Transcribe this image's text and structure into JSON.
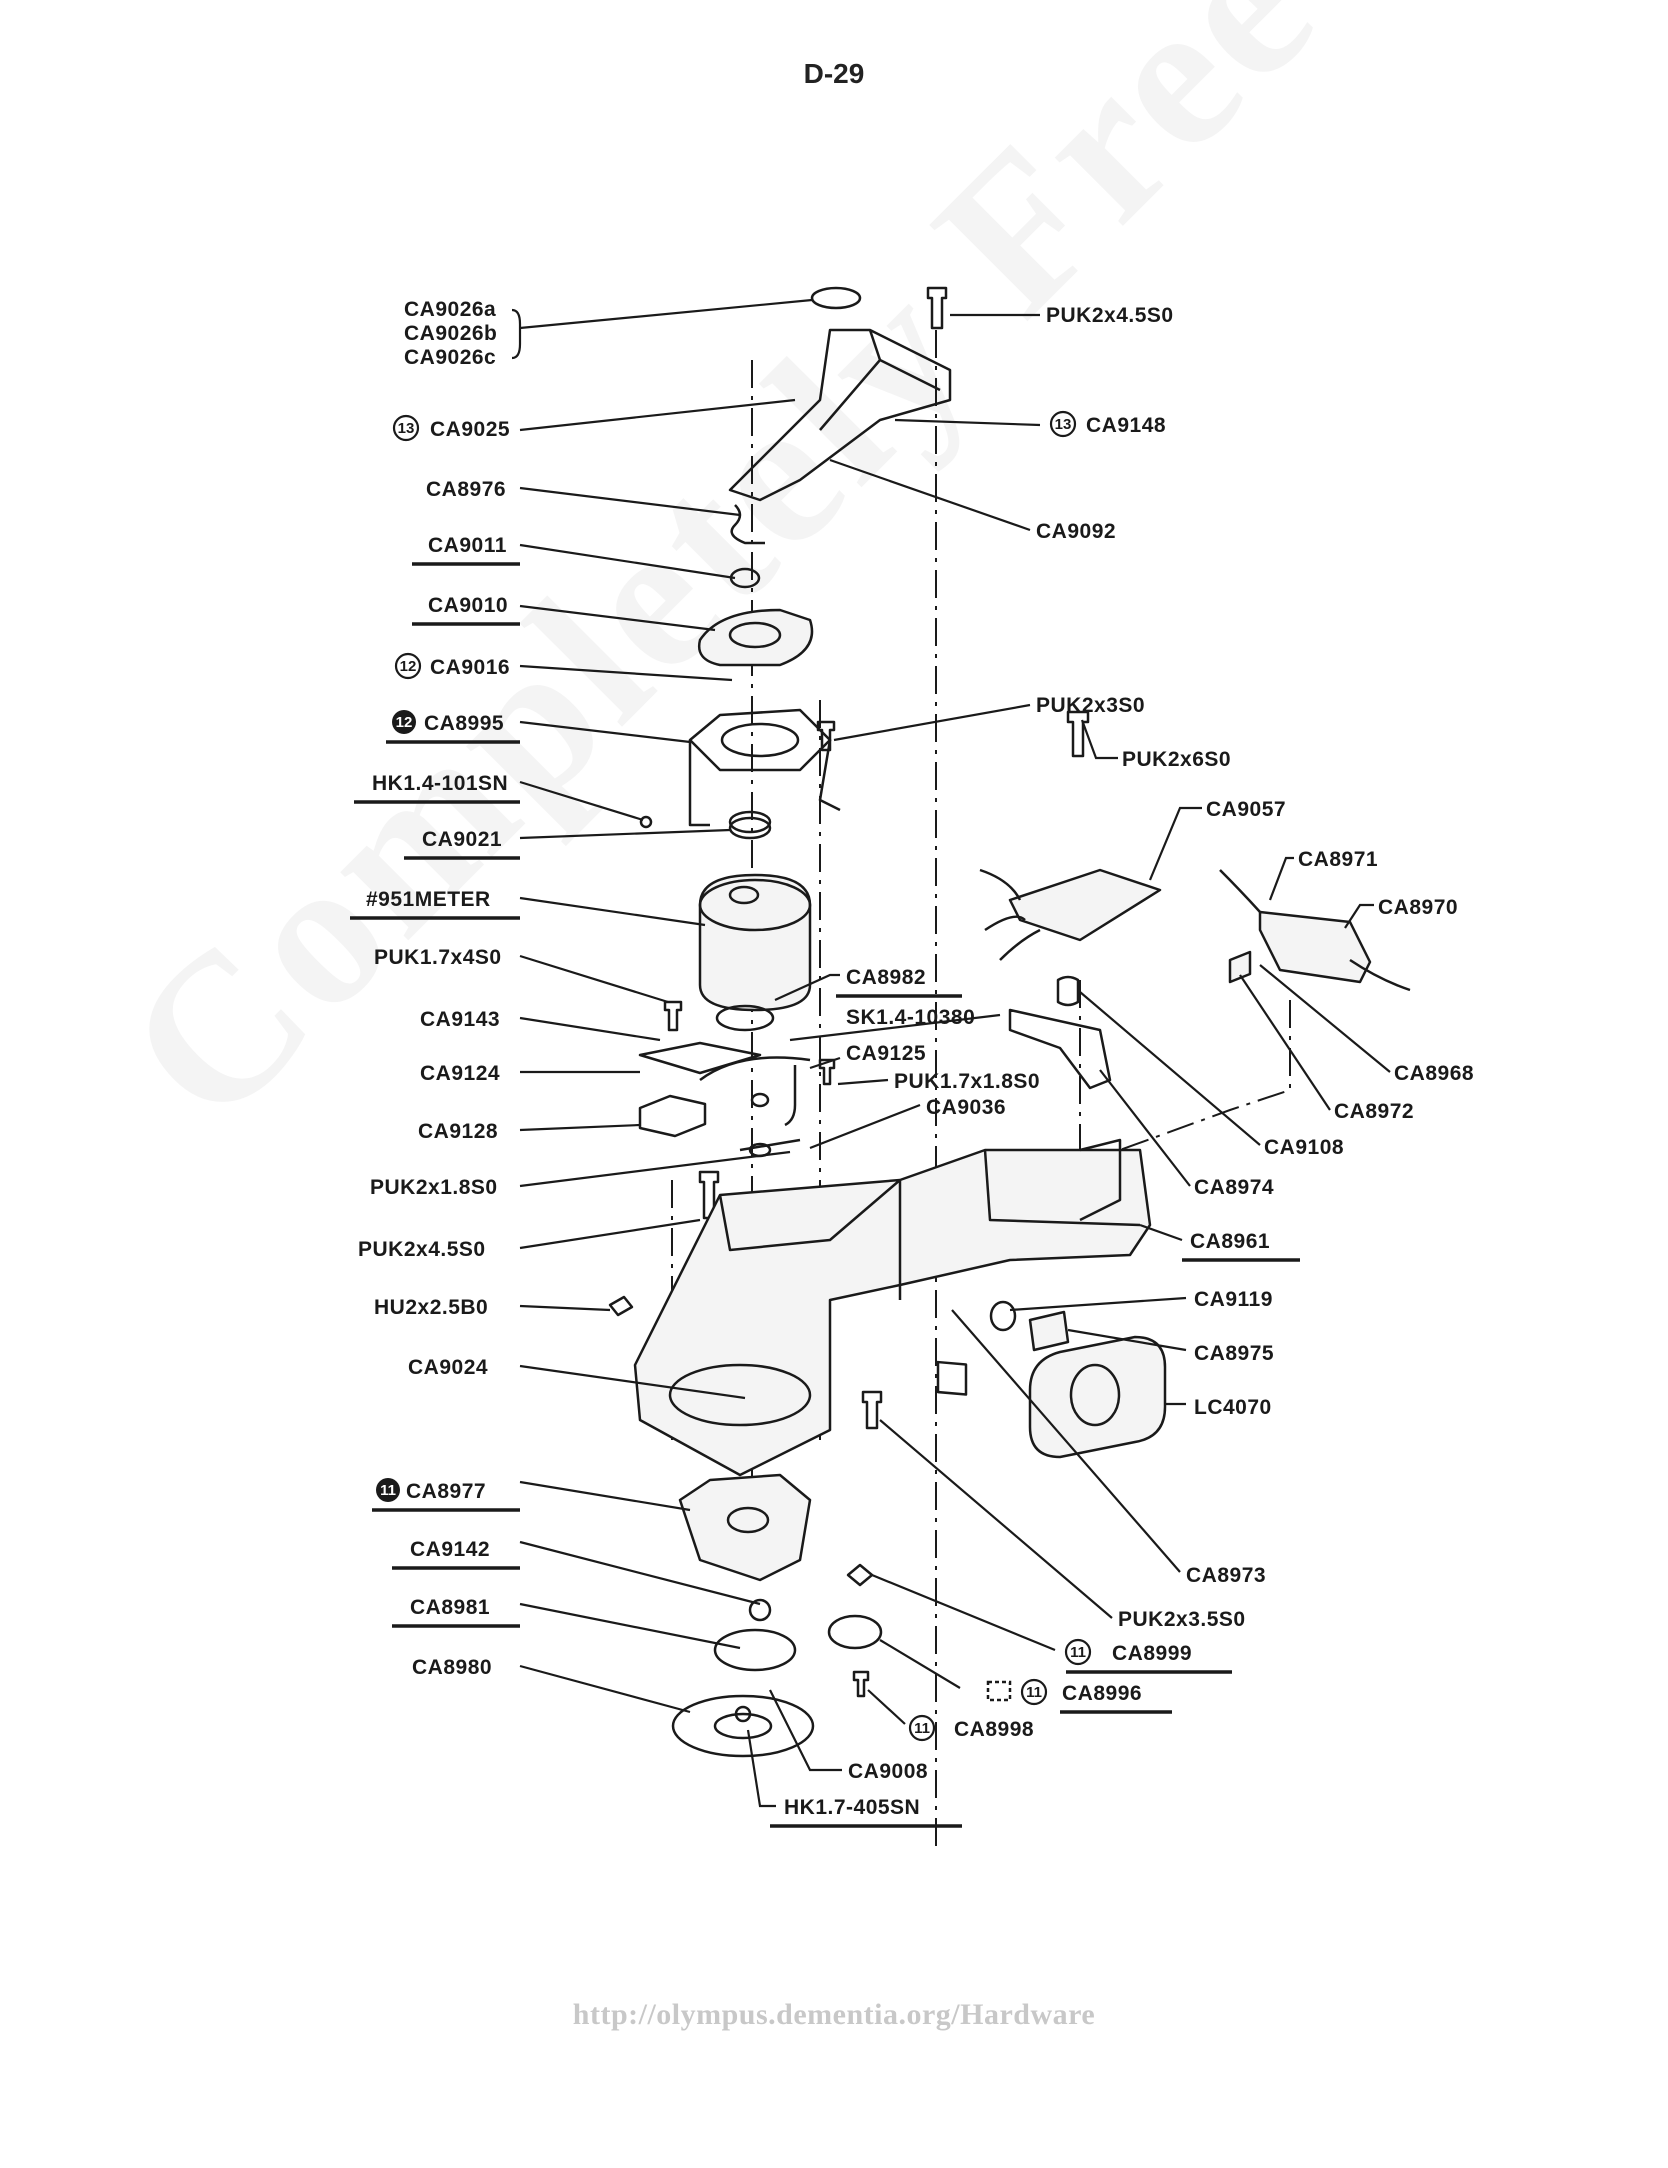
{
  "page": {
    "page_number": "D-29",
    "watermark": "Completely Free",
    "footer_url": "http://olympus.dementia.org/Hardware"
  },
  "left_labels": [
    {
      "text": "CA9026a",
      "underline": false
    },
    {
      "text": "CA9026b",
      "underline": false
    },
    {
      "text": "CA9026c",
      "underline": false
    },
    {
      "text": "CA9025",
      "badge": "13",
      "underline": false
    },
    {
      "text": "CA8976",
      "underline": false
    },
    {
      "text": "CA9011",
      "underline": true
    },
    {
      "text": "CA9010",
      "underline": true
    },
    {
      "text": "CA9016",
      "badge": "12",
      "underline": false
    },
    {
      "text": "CA8995",
      "badge": "12",
      "underline": true
    },
    {
      "text": "HK1.4-101SN",
      "underline": true
    },
    {
      "text": "CA9021",
      "underline": true
    },
    {
      "text": "#951METER",
      "underline": true
    },
    {
      "text": "PUK1.7x4S0",
      "underline": false
    },
    {
      "text": "CA9143",
      "underline": false
    },
    {
      "text": "CA9124",
      "underline": false
    },
    {
      "text": "CA9128",
      "underline": false
    },
    {
      "text": "PUK2x1.8S0",
      "underline": false
    },
    {
      "text": "PUK2x4.5S0",
      "underline": false
    },
    {
      "text": "HU2x2.5B0",
      "underline": false
    },
    {
      "text": "CA9024",
      "underline": false
    },
    {
      "text": "CA8977",
      "badge": "11",
      "underline": true
    },
    {
      "text": "CA9142",
      "underline": true
    },
    {
      "text": "CA8981",
      "underline": true
    },
    {
      "text": "CA8980",
      "underline": false
    }
  ],
  "right_labels": [
    {
      "text": "PUK2x4.5S0",
      "underline": false
    },
    {
      "text": "CA9148",
      "badge": "13",
      "underline": false
    },
    {
      "text": "CA9092",
      "underline": false
    },
    {
      "text": "PUK2x3S0",
      "underline": false
    },
    {
      "text": "PUK2x6S0",
      "underline": false
    },
    {
      "text": "CA9057",
      "underline": false
    },
    {
      "text": "CA8971",
      "underline": false
    },
    {
      "text": "CA8970",
      "underline": false
    },
    {
      "text": "CA8968",
      "underline": false
    },
    {
      "text": "CA8972",
      "underline": false
    },
    {
      "text": "CA9108",
      "underline": false
    },
    {
      "text": "CA8974",
      "underline": false
    },
    {
      "text": "CA8961",
      "underline": true
    },
    {
      "text": "CA9119",
      "underline": false
    },
    {
      "text": "CA8975",
      "underline": false
    },
    {
      "text": "LC4070",
      "underline": false
    },
    {
      "text": "CA8973",
      "underline": false
    },
    {
      "text": "PUK2x3.5S0",
      "underline": false
    }
  ],
  "middle_labels": [
    {
      "text": "CA8982",
      "underline": true
    },
    {
      "text": "SK1.4-10380",
      "underline": false
    },
    {
      "text": "CA9125",
      "underline": false
    },
    {
      "text": "PUK1.7x1.8S0",
      "underline": false
    },
    {
      "text": "CA9036",
      "underline": false
    }
  ],
  "bottom_labels": [
    {
      "text": "CA8999",
      "badge": "11",
      "underline": true
    },
    {
      "text": "CA8996",
      "badge": "11",
      "underline": true
    },
    {
      "text": "CA8998",
      "badge": "11",
      "underline": false
    },
    {
      "text": "CA9008",
      "underline": false
    },
    {
      "text": "HK1.7-405SN",
      "underline": true
    }
  ]
}
